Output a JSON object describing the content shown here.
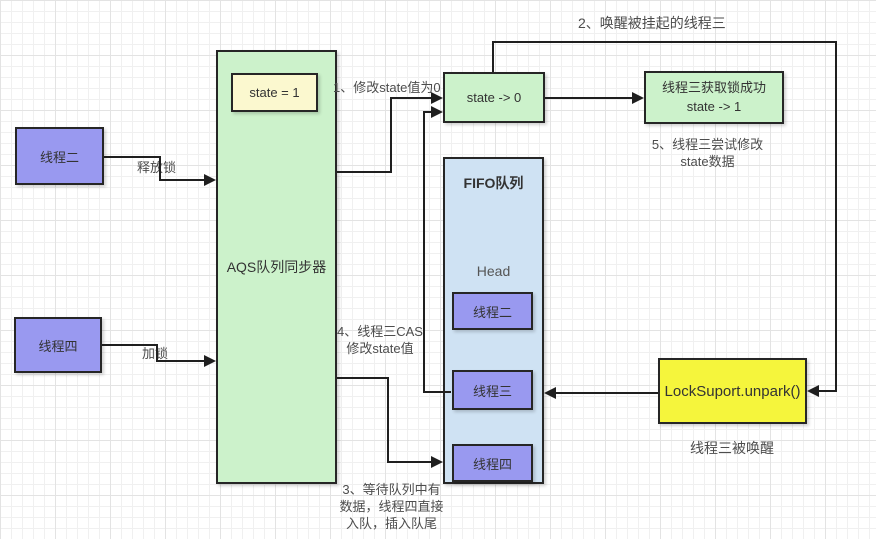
{
  "nodes": {
    "thread2": {
      "label": "线程二"
    },
    "thread4": {
      "label": "线程四"
    },
    "aqs": {
      "label": "AQS队列同步器"
    },
    "state1": {
      "label": "state = 1"
    },
    "state0": {
      "label": "state -> 0"
    },
    "acquire": {
      "line1": "线程三获取锁成功",
      "line2": "state -> 1"
    },
    "fifo": {
      "title": "FIFO队列",
      "head": "Head",
      "items": [
        "线程二",
        "线程三",
        "线程四"
      ]
    },
    "unpark": {
      "label": "LockSuport.unpark()",
      "caption": "线程三被唤醒"
    }
  },
  "labels": {
    "release": "释放锁",
    "lock": "加锁",
    "step1": "1、修改state值为0",
    "step2": "2、唤醒被挂起的线程三",
    "step3": [
      "3、等待队列中有",
      "数据，线程四直接",
      "入队，插入队尾"
    ],
    "step4": [
      "4、线程三CAS",
      "修改state值"
    ],
    "step5": [
      "5、线程三尝试修改",
      "state数据"
    ]
  },
  "colors": {
    "purple": "#9999f0",
    "green": "#ccf2cb",
    "paleYellow": "#fbf8cf",
    "yellow": "#f5f53c",
    "blue": "#cfe2f3",
    "border": "#262626",
    "line": "#1f1f1f",
    "text": "#333333",
    "label": "#4d4d4d",
    "gridMinor": "#f0f0f0",
    "gridMajor": "#e3e3e3"
  }
}
